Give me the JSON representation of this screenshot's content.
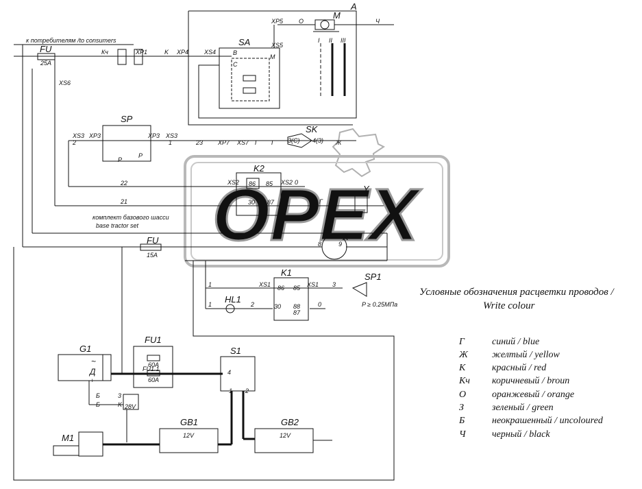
{
  "wires": {
    "to_consumers": "к потребителям /to consumers",
    "base_set_ru": "комплект базового шасси",
    "base_set_en": "base tractor set"
  },
  "components": {
    "A": "A",
    "M": "M",
    "SA": "SA",
    "SP": "SP",
    "SK": "SK",
    "K2": "K2",
    "Y": "Y",
    "X": "X",
    "K1": "K1",
    "SP1": "SP1",
    "HL1": "HL1",
    "FU_top": "FU",
    "FU_top_rating": "25A",
    "FU_mid": "FU",
    "FU_mid_rating": "15A",
    "G1": "G1",
    "FU1": "FU1",
    "FU1_60A": "60A",
    "FU1_1": "FU1.1",
    "FU1_1_60A": "60A",
    "S1": "S1",
    "GB1": "GB1",
    "GB2": "GB2",
    "M1": "M1",
    "G1_D": "Д",
    "G1_tilde": "~",
    "G1_plus": "+",
    "relay_28V": "28V",
    "GB1_12V": "12V",
    "GB2_12V": "12V",
    "SP1_pressure": "P ≥ 0.25МПа"
  },
  "labels": {
    "XP5": "XP5",
    "XS5": "XS5",
    "XS4": "XS4",
    "XP4": "XP4",
    "XP1": "XP1",
    "Kch": "Кч",
    "K": "K",
    "XS6": "XS6",
    "B": "B",
    "C": "C",
    "M": "M",
    "O": "O",
    "Ch": "Ч",
    "I": "I",
    "II": "II",
    "III": "III",
    "XS3_l": "XS3",
    "XP3_l": "XP3",
    "XP3_r": "XP3",
    "XS3_r": "XS3",
    "two": "2",
    "one": "1",
    "n23": "23",
    "XP7": "XP7",
    "XS7": "XS7",
    "G1w": "Г",
    "G2w": "Г",
    "Z_C": "3(С)",
    "Zh_3": "4(3)",
    "Zh": "Ж",
    "P1": "P",
    "P2": "P",
    "XS2_l": "XS2",
    "n86": "86",
    "n85": "85",
    "XS2_r": "XS2",
    "O_k2": "0",
    "n22": "22",
    "n21": "21",
    "n30": "30",
    "n87": "87",
    "G_y": "Г",
    "n8": "8",
    "n9": "9",
    "k1_1a": "1",
    "k1_1b": "1",
    "k1_XS1_l": "XS1",
    "k1_86": "86",
    "k1_85": "85",
    "k1_XS1_r": "XS1",
    "k1_3": "3",
    "k1_2": "2",
    "k1_30": "30",
    "k1_88": "88",
    "k1_87": "87",
    "k1_0": "0",
    "S1_4": "4",
    "S1_1": "1",
    "S1_2": "2",
    "B_w1": "Б",
    "B_w2": "Б",
    "K_w": "K",
    "n3": "3"
  },
  "legend": {
    "title_ru": "Условные обозначения расцветки проводов /",
    "title_en": "Write colour",
    "items": [
      {
        "code": "Г",
        "name": "синий / blue"
      },
      {
        "code": "Ж",
        "name": "желтый / yellow"
      },
      {
        "code": "К",
        "name": "красный / red"
      },
      {
        "code": "Кч",
        "name": "коричневый / broun"
      },
      {
        "code": "О",
        "name": "оранжевый / orange"
      },
      {
        "code": "З",
        "name": "зеленый / green"
      },
      {
        "code": "Б",
        "name": "неокрашенный / uncoloured"
      },
      {
        "code": "Ч",
        "name": "черный / black"
      }
    ]
  },
  "watermark": "OPEX",
  "colors": {
    "line": "#111111",
    "watermark": "#b0b0b0"
  }
}
